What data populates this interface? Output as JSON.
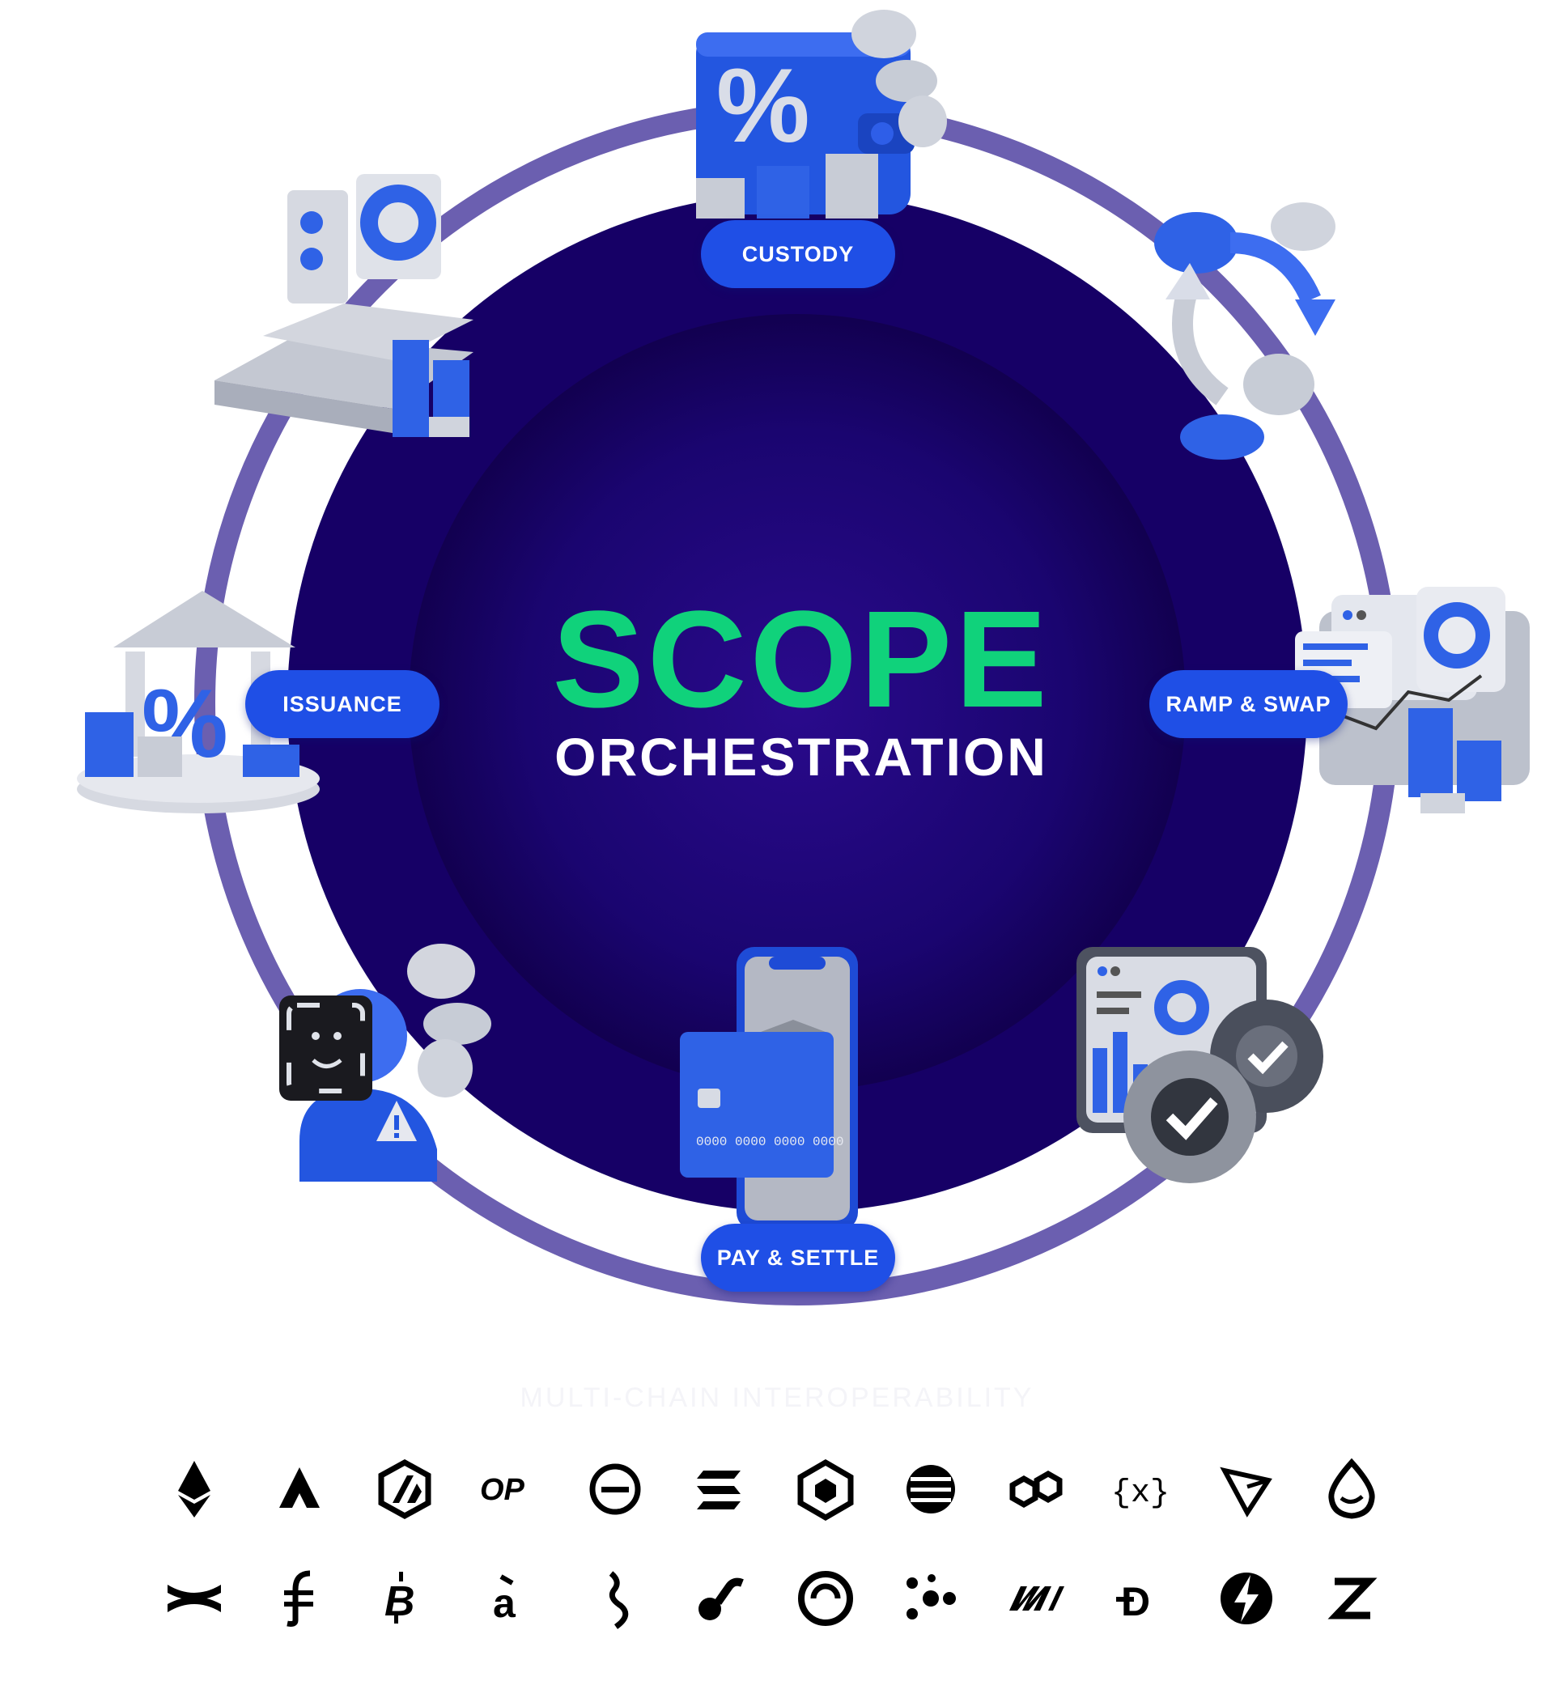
{
  "diagram": {
    "center_title": "SCOPE",
    "center_subtitle": "ORCHESTRATION",
    "stages": [
      {
        "label": "CUSTODY",
        "icon": "wallet-percent-coins-icon"
      },
      {
        "label": "RAMP & SWAP",
        "icon": "chart-dashboard-coins-icon"
      },
      {
        "label": "PAY & SETTLE",
        "icon": "phone-card-shield-icon"
      },
      {
        "label": "ISSUANCE",
        "icon": "bank-percent-coins-icon"
      }
    ],
    "illustrations": [
      "coin-exchange-arrows-icon",
      "dashboard-gears-check-icon",
      "face-id-warning-icon",
      "cash-stacks-chart-icon"
    ],
    "colors": {
      "ring": "#6b5fb0",
      "inner_circle": "#160066",
      "pill": "#1f4fe6",
      "title_green": "#10d27b"
    }
  },
  "chains": {
    "heading": "MULTI-CHAIN INTEROPERABILITY",
    "row1": [
      "ethereum-icon",
      "avalanche-icon",
      "arbitrum-icon",
      "optimism-icon",
      "stellar-icon",
      "solana-icon",
      "bnb-chain-icon",
      "starknet-icon",
      "polygon-icon",
      "xion-icon",
      "tron-icon",
      "sui-icon"
    ],
    "row2": [
      "celo-icon",
      "flow-icon",
      "bitcoin-icon",
      "algorand-icon",
      "sei-icon",
      "fantom-icon",
      "mantle-icon",
      "near-icon",
      "hedera-icon",
      "dogecoin-icon",
      "zksync-icon",
      "zcash-icon"
    ]
  }
}
